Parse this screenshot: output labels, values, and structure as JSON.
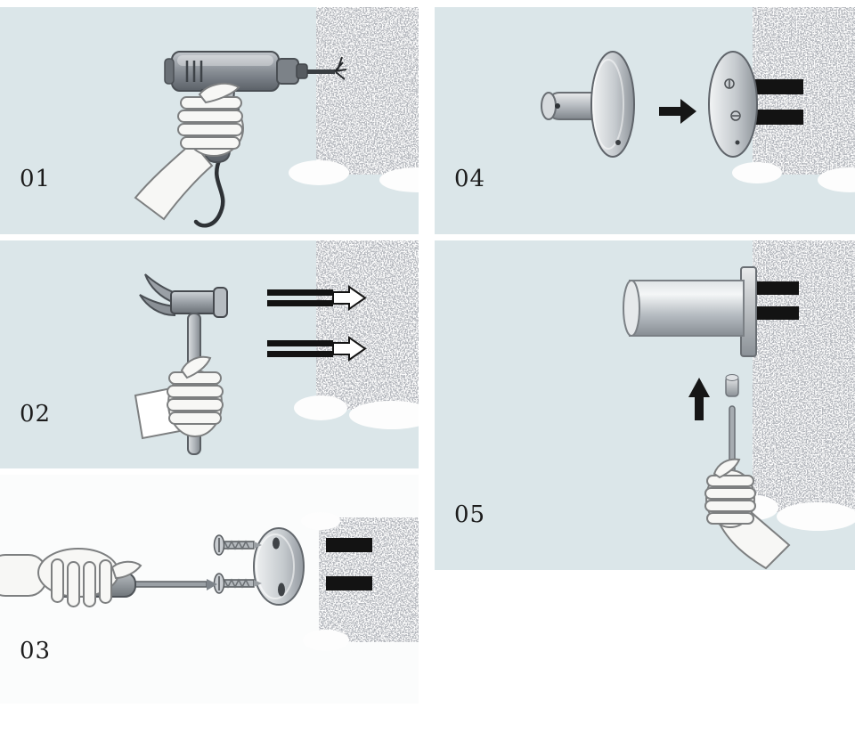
{
  "sheet": {
    "colors": {
      "background": "#ffffff",
      "panel": "#dbe6e9",
      "panel_light": "#fbfcfc",
      "wall_base": "#fdfdfd",
      "wall_speckle": "#73787d",
      "anchor": "#131313",
      "arrow": "#161616",
      "label_text": "#1c1c1c"
    }
  },
  "steps": [
    {
      "label": "01",
      "icon": "drill-icon"
    },
    {
      "label": "02",
      "icon": "hammer-icon"
    },
    {
      "label": "03",
      "icon": "screwdriver-icon"
    },
    {
      "label": "04",
      "icon": "mounting-plate-icon"
    },
    {
      "label": "05",
      "icon": "fixture-cylinder-icon"
    }
  ]
}
